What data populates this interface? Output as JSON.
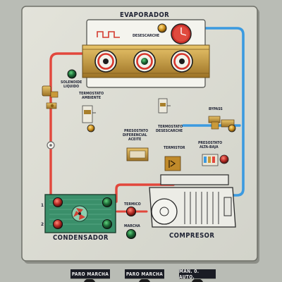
{
  "labels": {
    "evaporator": "EVAPORADOR",
    "defrost": "DESESCARCHE",
    "solenoid_line1": "SOLENOIDE",
    "solenoid_line2": "LIQUIDO",
    "thermostat_ambient_line1": "TERMOSTATO",
    "thermostat_ambient_line2": "AMBIENTE",
    "thermostat_defrost_line1": "TERMOSTATO",
    "thermostat_defrost_line2": "DESESCARCHE",
    "bypass": "BYPASS",
    "pressostat_oil_line1": "PRESOSTATO",
    "pressostat_oil_line2": "DIFERENCIAL",
    "pressostat_oil_line3": "ACEITE",
    "thermistor": "TERMISTOR",
    "pressostat_hl_line1": "PRESOSTATO",
    "pressostat_hl_line2": "ALTA-BAJA",
    "thermal": "TERMICO",
    "run": "MARCHA",
    "condenser": "CONDENSADOR",
    "compressor": "COMPRESOR",
    "condenser_switch_left": "1",
    "condenser_switch_right": "2"
  },
  "buttons": {
    "stop_run_1": "PARO MARCHA",
    "stop_run_2": "PARO MARCHA",
    "manual_auto": "MAN. 0. AUTO."
  },
  "colors": {
    "panel": "#dcdcd3",
    "hot_line": "#e2473c",
    "cold_line": "#3b9ae0",
    "coil": "#c99a3b",
    "condenser": "#3a8f6a",
    "compressor": "#e8e8e8",
    "lamp_green": "#1e6b37",
    "lamp_red": "#b82b25"
  }
}
